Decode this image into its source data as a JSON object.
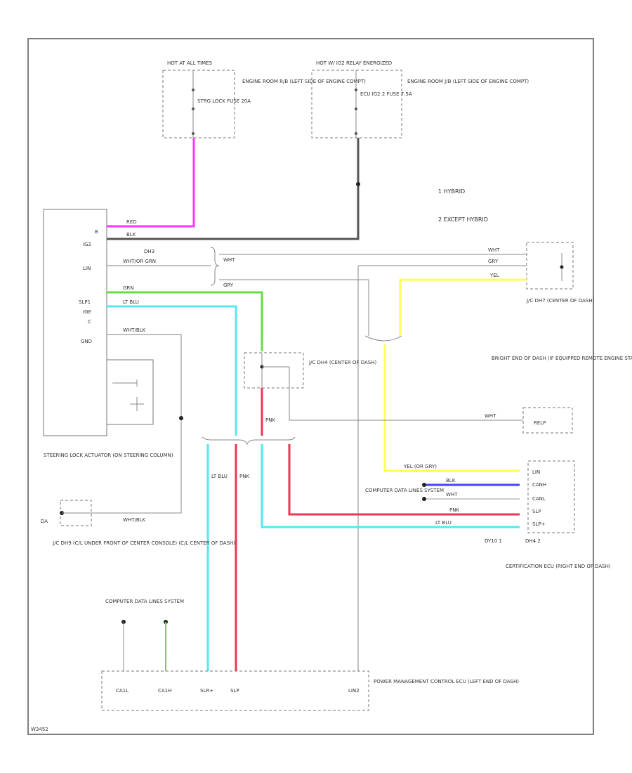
{
  "colors": {
    "pink": "#ff33ff",
    "green": "#66dd44",
    "cyan": "#55e8ee",
    "yellow": "#ffff55",
    "red": "#ee3355",
    "blue": "#4444ff",
    "dark": "#555555",
    "gray": "#999999"
  },
  "fuse_left": {
    "header": "HOT AT ALL TIMES",
    "fuse_label": "STRG LOCK FUSE 20A",
    "location": "ENGINE ROOM R/B (LEFT SIDE OF ENGINE COMPT)"
  },
  "fuse_right": {
    "header": "HOT W/ IG2 RELAY ENERGIZED",
    "fuse_label": "ECU IG2 2 FUSE 7.5A",
    "location": "ENGINE ROOM J/B (LEFT SIDE OF ENGINE COMPT)"
  },
  "legend": {
    "item1": "1   HYBRID",
    "item2": "2   EXCEPT HYBRID"
  },
  "steering": {
    "pins": [
      "B",
      "IG2",
      "LIN",
      "SLP1",
      "IGE",
      "C",
      "GND"
    ],
    "name": "STEERING LOCK ACTUATOR (ON STEERING COLUMN)"
  },
  "wires": {
    "pink_a": "RED",
    "blk": "BLK",
    "wht_grn": "WHT/OR GRN",
    "grn": "GRN",
    "ltblu": "LT BLU",
    "whtblk": "WHT/BLK",
    "wht": "WHT",
    "gry": "GRY",
    "yel": "YEL",
    "pnk": "PNK",
    "yel_grn": "YEL (OR GRY)"
  },
  "connectors": {
    "dh3": "DH3",
    "jc_right": "J/C DH7 (CENTER OF DASH)",
    "jc_mid": "J/C DH4 (CENTER OF DASH)",
    "jc_ground": "J/C DH9 (C/L UNDER FRONT OF CENTER CONSOLE) (C/L CENTER OF DASH)",
    "ground_label": "DA"
  },
  "remote": {
    "label": "BRIGHT END OF DASH (IF EQUIPPED REMOTE ENGINE STARTER)",
    "pin": "RELP"
  },
  "cert": {
    "pins": [
      "LIN",
      "CANH",
      "CANL",
      "SLP",
      "SLP+"
    ],
    "name": "CERTIFICATION ECU (RIGHT END OF DASH)",
    "c1": "DY10 1",
    "c2": "DH4 2",
    "data_label": "COMPUTER DATA LINES SYSTEM"
  },
  "power": {
    "pins": [
      "CA1L",
      "CA1H",
      "SLR+",
      "SLP",
      "LIN2"
    ],
    "name": "POWER MANAGEMENT CONTROL ECU (LEFT END OF DASH)"
  },
  "data_link": {
    "label": "COMPUTER DATA LINES SYSTEM"
  },
  "footer": {
    "code": "W3452"
  }
}
